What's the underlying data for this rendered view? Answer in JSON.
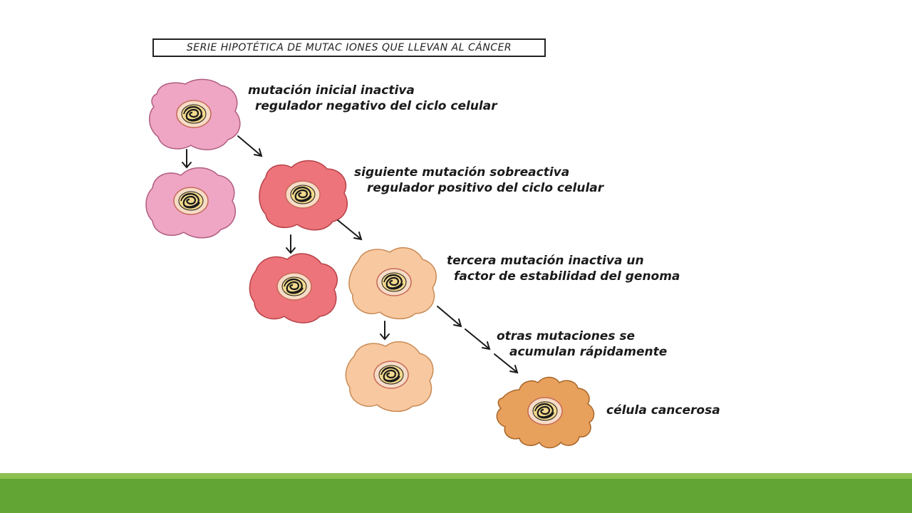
{
  "title": "SERIE HIPOTÉTICA DE MUTAC IONES QUE LLEVAN AL CÁNCER",
  "steps": {
    "step1": {
      "line1": "mutación inicial inactiva",
      "line2": "regulador negativo del ciclo celular"
    },
    "step2": {
      "line1": "siguiente mutación sobreactiva",
      "line2": "regulador positivo del ciclo celular"
    },
    "step3": {
      "line1": "tercera mutación inactiva un",
      "line2": "factor de estabilidad del genoma"
    },
    "step4": {
      "line1": "otras mutaciones se",
      "line2": "acumulan rápidamente"
    },
    "step5": {
      "line1": "célula cancerosa"
    }
  },
  "colors": {
    "cell_pink": "#eea6c4",
    "cell_red": "#ec747a",
    "cell_peach": "#f8c9a0",
    "cell_orange": "#e7a15c",
    "accent_green": "#62a534",
    "accent_green_light": "#8cc152"
  }
}
